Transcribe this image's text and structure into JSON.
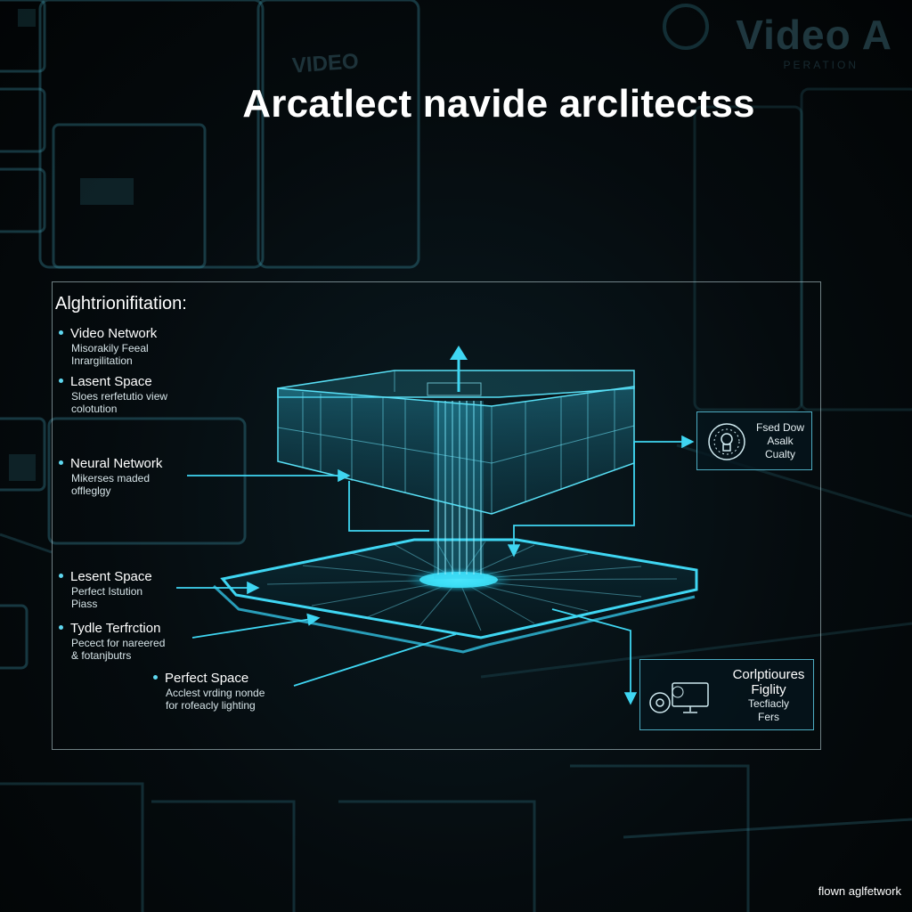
{
  "title": "Arcatlect navide arclitectss",
  "background": {
    "brand": "Video A",
    "brand_sub": "PERATION",
    "screen_label": "VIDEO"
  },
  "panel": {
    "heading": "Alghtrionifitation:",
    "legend": [
      {
        "title": "Video Network",
        "desc": [
          "Misorakily Feeal",
          "Inrargilitation"
        ]
      },
      {
        "title": "Lasent Space",
        "desc": [
          "Sloes rerfetutio view",
          "colotution"
        ]
      },
      {
        "title": "Neural Network",
        "desc": [
          "Mikerses maded",
          "offleglgy"
        ]
      },
      {
        "title": "Lesent Space",
        "desc": [
          "Perfect Istution",
          "Piass"
        ]
      },
      {
        "title": "Tydle Terfrction",
        "desc": [
          "Pecect for nareered",
          "& fotanjbutrs"
        ]
      },
      {
        "title": "Perfect Space",
        "desc": [
          "Acclest vrding nonde",
          "for rofeacly lighting"
        ]
      }
    ],
    "boxes": {
      "top": {
        "lines": [
          "Fsed Dow",
          "Asalk",
          "Cualty"
        ],
        "icon": "gauge-icon"
      },
      "bottom": {
        "lines": [
          "Corlptioures",
          "Figlity",
          "Tecfiacly",
          "Fers"
        ],
        "icons": [
          "gear-icon",
          "monitor-icon"
        ]
      }
    }
  },
  "footer": "flown aglfetwork",
  "colors": {
    "accent": "#3fd6f2",
    "accent_dim": "#1f8fa8",
    "background": "#030607",
    "panel_border": "#c8e1e8"
  }
}
